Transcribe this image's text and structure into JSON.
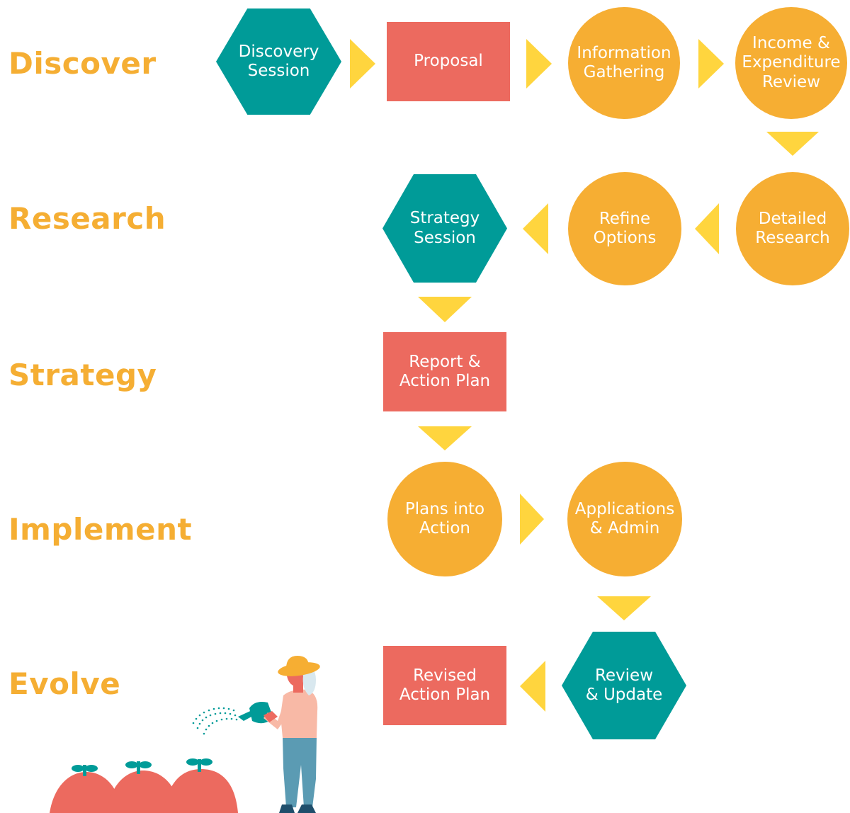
{
  "colors": {
    "label": "#f5ae33",
    "teal": "#009b98",
    "coral": "#ec6a5f",
    "orange": "#f6ae33",
    "arrow": "#ffd53e",
    "node_text": "#ffffff"
  },
  "stages": [
    "Discover",
    "Research",
    "Strategy",
    "Implement",
    "Evolve"
  ],
  "nodes": {
    "discovery_session": "Discovery\nSession",
    "proposal": "Proposal",
    "information_gathering": "Information\nGathering",
    "income_expenditure_review": "Income &\nExpenditure\nReview",
    "detailed_research": "Detailed\nResearch",
    "refine_options": "Refine\nOptions",
    "strategy_session": "Strategy\nSession",
    "report_action_plan": "Report &\nAction Plan",
    "plans_into_action": "Plans into\nAction",
    "applications_admin": "Applications\n& Admin",
    "review_update": "Review\n& Update",
    "revised_action_plan": "Revised\nAction Plan"
  },
  "node_shapes": {
    "discovery_session": "hexagon",
    "proposal": "rectangle",
    "information_gathering": "circle",
    "income_expenditure_review": "circle",
    "detailed_research": "circle",
    "refine_options": "circle",
    "strategy_session": "hexagon",
    "report_action_plan": "rectangle",
    "plans_into_action": "circle",
    "applications_admin": "circle",
    "review_update": "hexagon",
    "revised_action_plan": "rectangle"
  },
  "flow": [
    [
      "discovery_session",
      "proposal"
    ],
    [
      "proposal",
      "information_gathering"
    ],
    [
      "information_gathering",
      "income_expenditure_review"
    ],
    [
      "income_expenditure_review",
      "detailed_research"
    ],
    [
      "detailed_research",
      "refine_options"
    ],
    [
      "refine_options",
      "strategy_session"
    ],
    [
      "strategy_session",
      "report_action_plan"
    ],
    [
      "report_action_plan",
      "plans_into_action"
    ],
    [
      "plans_into_action",
      "applications_admin"
    ],
    [
      "applications_admin",
      "review_update"
    ],
    [
      "review_update",
      "revised_action_plan"
    ]
  ],
  "illustration": {
    "icon": "gardener-watering-seedlings-illustration",
    "colors": {
      "hat": "#f6ae33",
      "skin": "#ec6a5f",
      "shirt": "#f8b9a6",
      "pants": "#5b9bb3",
      "hair": "#d9e8ef",
      "watering_can": "#009b98",
      "mounds": "#ec6a5f",
      "sprouts": "#009b98"
    }
  }
}
